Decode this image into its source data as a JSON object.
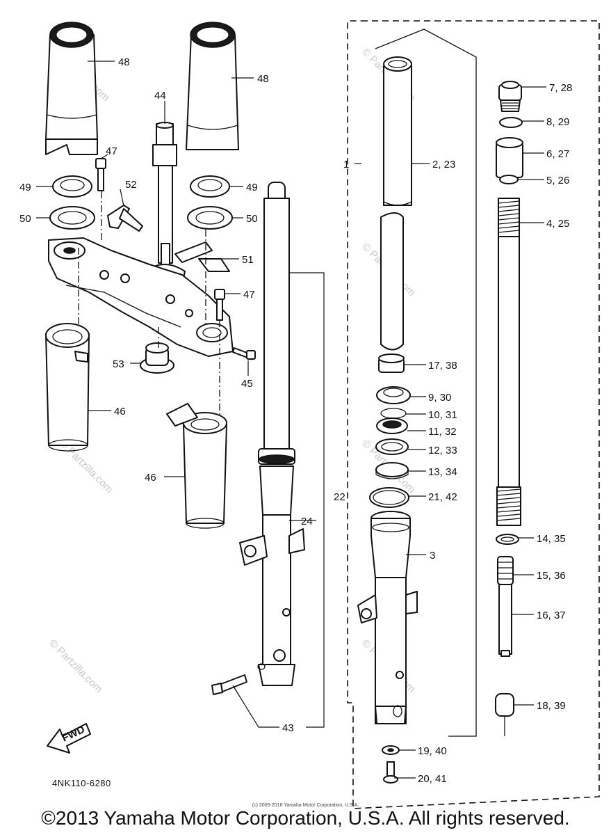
{
  "diagram": {
    "callouts": {
      "p48a": "48",
      "p48b": "48",
      "p44": "44",
      "p47a": "47",
      "p52": "52",
      "p49a": "49",
      "p50a": "50",
      "p49b": "49",
      "p50b": "50",
      "p51": "51",
      "p47b": "47",
      "p53": "53",
      "p45": "45",
      "p46a": "46",
      "p46b": "46",
      "p1": "1",
      "p2_23": "2, 23",
      "p7_28": "7, 28",
      "p8_29": "8, 29",
      "p6_27": "6, 27",
      "p5_26": "5, 26",
      "p4_25": "4, 25",
      "p17_38": "17, 38",
      "p9_30": "9, 30",
      "p10_31": "10, 31",
      "p11_32": "11, 32",
      "p12_33": "12, 33",
      "p13_34": "13, 34",
      "p21_42": "21, 42",
      "p22": "22",
      "p24": "24",
      "p3": "3",
      "p14_35": "14, 35",
      "p15_36": "15, 36",
      "p16_37": "16, 37",
      "p18_39": "18, 39",
      "p43": "43",
      "p19_40": "19, 40",
      "p20_41": "20, 41"
    },
    "fwd_label": "FWD",
    "watermark": "© Partzilla.com",
    "code_label": "4NK110-6280",
    "small_copyright": "(c) 2005-2016 Yamaha Motor Corporation, U.S.A.",
    "copyright": "©2013 Yamaha Motor Corporation, U.S.A. All rights reserved."
  }
}
